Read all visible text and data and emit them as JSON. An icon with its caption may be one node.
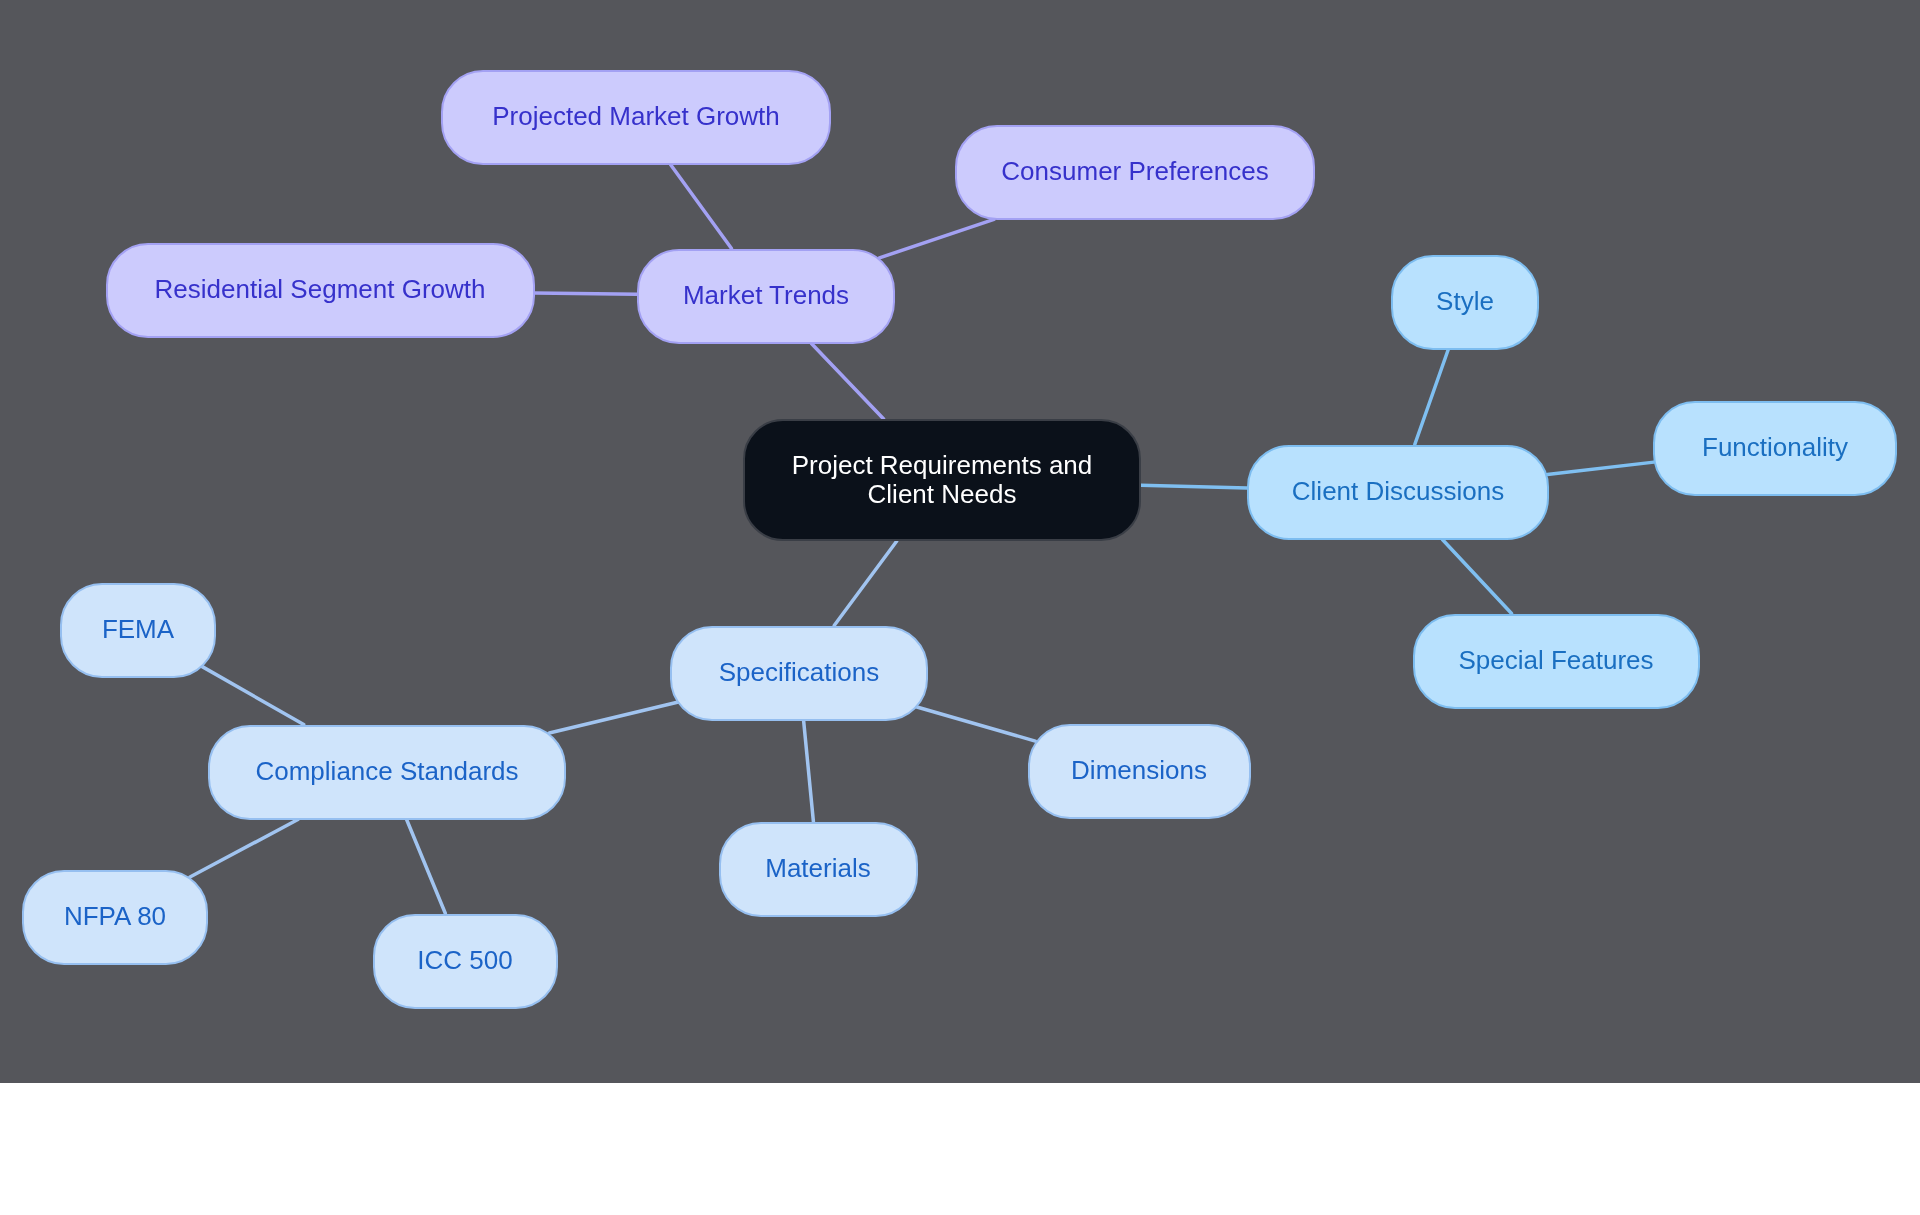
{
  "diagram": {
    "nodes": [
      {
        "text": [
          "Project Requirements and Client Needs"
        ]
      },
      {
        "text": [
          "Market Trends"
        ]
      },
      {
        "text": [
          "Projected Market Growth"
        ]
      },
      {
        "text": [
          "Consumer Preferences"
        ]
      },
      {
        "text": [
          "Residential Segment Growth"
        ]
      },
      {
        "text": [
          "Client Discussions"
        ]
      },
      {
        "text": [
          "Style"
        ]
      },
      {
        "text": [
          "Functionality"
        ]
      },
      {
        "text": [
          "Special Features"
        ]
      },
      {
        "text": [
          "Specifications"
        ]
      },
      {
        "text": [
          "Compliance Standards"
        ]
      },
      {
        "text": [
          "FEMA"
        ]
      },
      {
        "text": [
          "NFPA 80"
        ]
      },
      {
        "text": [
          "ICC 500"
        ]
      },
      {
        "text": [
          "Dimensions"
        ]
      },
      {
        "text": [
          "Materials"
        ]
      }
    ],
    "edges": [
      {
        "from": 0,
        "to": 1,
        "arrow": "none",
        "color": "#a3a1f3"
      },
      {
        "from": 1,
        "to": 2,
        "arrow": "none",
        "color": "#a3a1f3"
      },
      {
        "from": 1,
        "to": 3,
        "arrow": "none",
        "color": "#a3a1f3"
      },
      {
        "from": 1,
        "to": 4,
        "arrow": "none",
        "color": "#a3a1f3"
      },
      {
        "from": 0,
        "to": 5,
        "arrow": "none",
        "color": "#7fbff1"
      },
      {
        "from": 5,
        "to": 6,
        "arrow": "none",
        "color": "#7fbff1"
      },
      {
        "from": 5,
        "to": 7,
        "arrow": "none",
        "color": "#7fbff1"
      },
      {
        "from": 5,
        "to": 8,
        "arrow": "none",
        "color": "#7fbff1"
      },
      {
        "from": 0,
        "to": 9,
        "arrow": "none"
      },
      {
        "from": 9,
        "to": 10,
        "arrow": "none"
      },
      {
        "from": 10,
        "to": 11,
        "arrow": "none"
      },
      {
        "from": 10,
        "to": 12,
        "arrow": "none"
      },
      {
        "from": 10,
        "to": 13,
        "arrow": "none"
      },
      {
        "from": 9,
        "to": 14,
        "arrow": "none"
      },
      {
        "from": 9,
        "to": 15,
        "arrow": "none"
      }
    ]
  }
}
